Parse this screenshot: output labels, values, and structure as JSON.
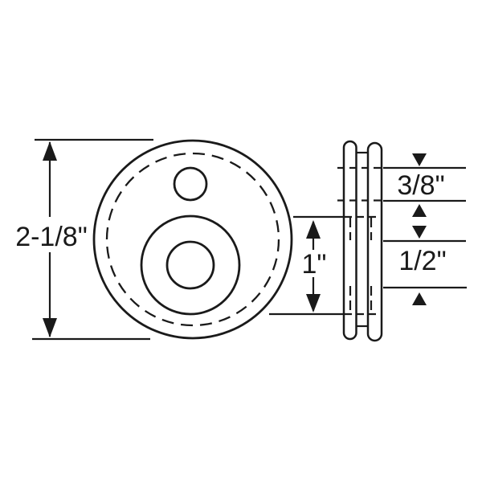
{
  "labels": {
    "outer_diameter": "2-1/8\"",
    "boss_diameter": "1\"",
    "small_hole_diameter": "3/8\"",
    "center_hole_diameter": "1/2\""
  },
  "colors": {
    "ink": "#1a1a1a",
    "background": "#ffffff"
  }
}
